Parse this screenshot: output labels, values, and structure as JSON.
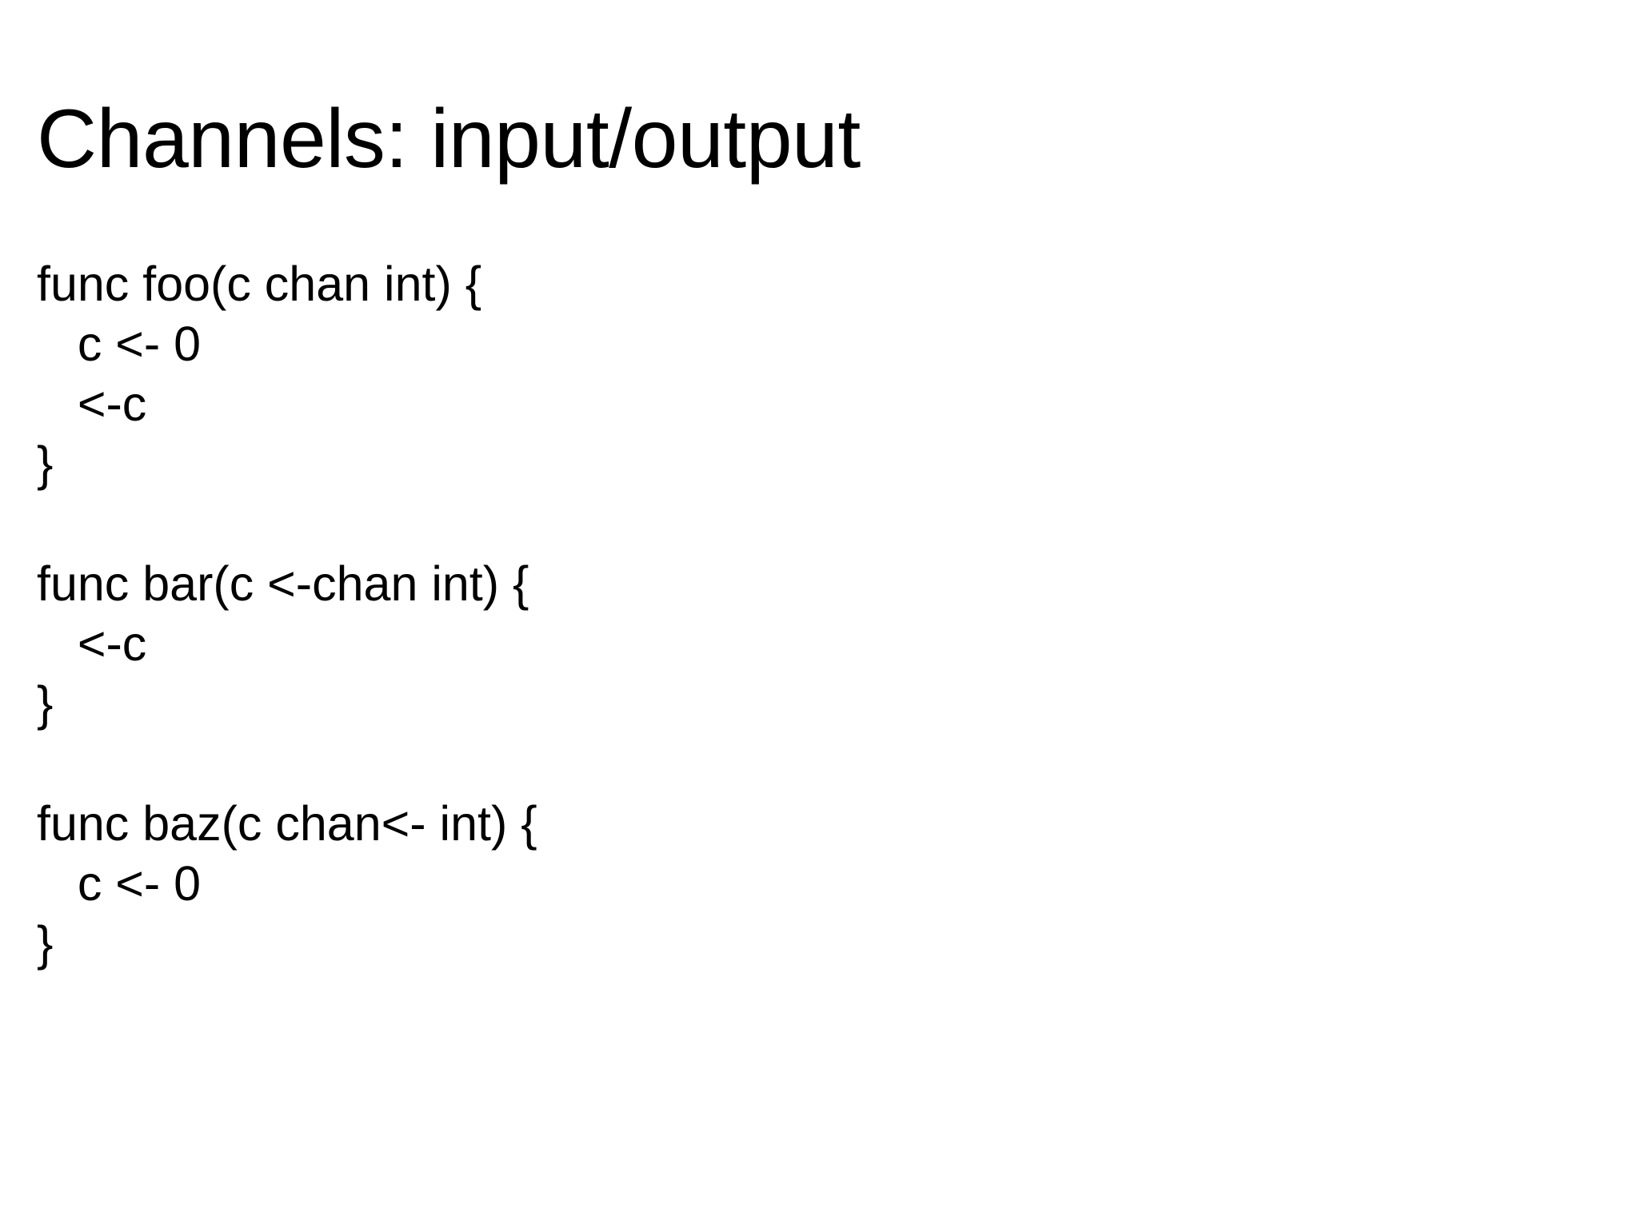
{
  "slide": {
    "title": "Channels: input/output",
    "background_color": "#ffffff",
    "text_color": "#000000",
    "code_blocks": [
      {
        "name": "foo",
        "lines": [
          "func foo(c chan int) {",
          "   c <- 0",
          "   <-c",
          "}"
        ]
      },
      {
        "name": "bar",
        "lines": [
          "func bar(c <-chan int) {",
          "   <-c",
          "}"
        ]
      },
      {
        "name": "baz",
        "lines": [
          "func baz(c chan<- int) {",
          "   c <- 0",
          "}"
        ]
      }
    ]
  }
}
